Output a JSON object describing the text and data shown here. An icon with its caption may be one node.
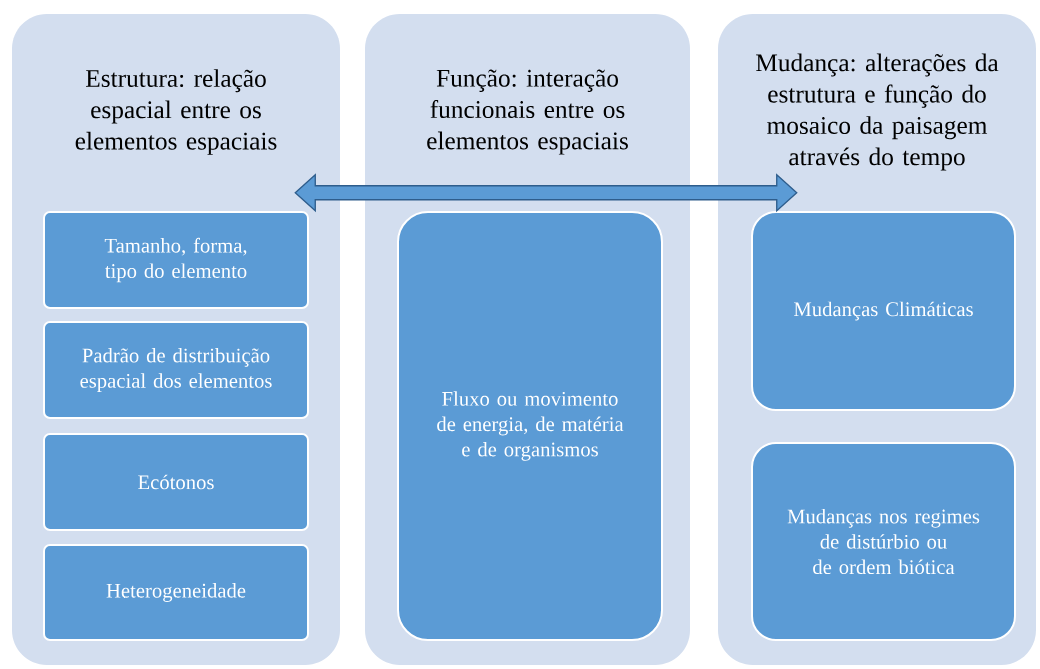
{
  "diagram": {
    "nodes": [
      {
        "text": [
          "Estrutura: relação espacial entre os elementos espaciais"
        ]
      },
      {
        "text": [
          "Tamanho, forma, tipo do elemento"
        ],
        "in": 0
      },
      {
        "text": [
          "Padrão de distribuição espacial dos elementos"
        ],
        "in": 0
      },
      {
        "text": [
          "Ecótonos"
        ],
        "in": 0
      },
      {
        "text": [
          "Heterogeneidade"
        ],
        "in": 0
      },
      {
        "text": [
          "Função: interação funcionais entre os elementos espaciais"
        ]
      },
      {
        "text": [
          "Fluxo ou movimento de energia, de matéria e de organismos"
        ],
        "in": 5
      },
      {
        "text": [
          "Mudança: alterações da estrutura e função do mosaico da paisagem através do tempo"
        ]
      },
      {
        "text": [
          "Mudanças Climáticas"
        ],
        "in": 7
      },
      {
        "text": [
          "Mudanças nos regimes de distúrbio ou de ordem biótica"
        ],
        "in": 7
      }
    ],
    "edges": [
      {
        "from": 0,
        "to": 7,
        "arrow": "both"
      }
    ]
  }
}
